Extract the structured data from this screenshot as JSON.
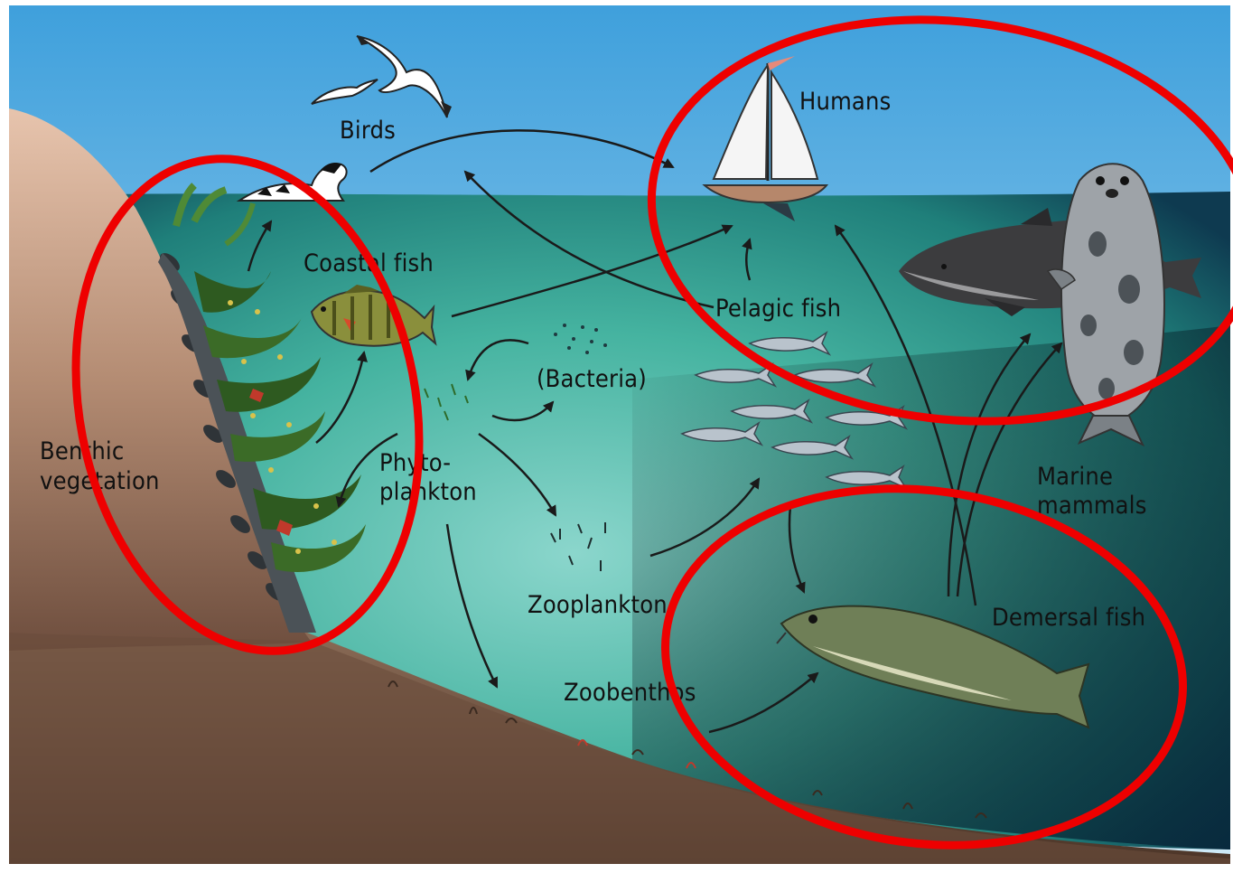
{
  "labels": {
    "birds": "Birds",
    "humans": "Humans",
    "coastal_fish": "Coastal fish",
    "pelagic_fish": "Pelagic fish",
    "bacteria": "(Bacteria)",
    "benthic_line1": "Benthic",
    "benthic_line2": "vegetation",
    "phyto_line1": "Phyto-",
    "phyto_line2": "plankton",
    "marine_line1": "Marine",
    "marine_line2": "mammals",
    "zooplankton": "Zooplankton",
    "demersal_fish": "Demersal fish",
    "zoobenthos": "Zoobenthos"
  },
  "colors": {
    "sky_top": "#3fa0dc",
    "sky_bottom": "#cdeaf7",
    "water_light": "#7fd0c6",
    "water_mid": "#3fae9a",
    "water_deep": "#0f3f52",
    "seabed": "#8a6a55",
    "shore": "#c79e84",
    "arrow": "#1a1a1a",
    "highlight_ring": "#ee0000"
  },
  "icons": [
    "bird-icon",
    "sailboat-icon",
    "seal-icon",
    "porpoise-icon",
    "perch-icon",
    "herring-icon",
    "cod-icon",
    "eider-duck-icon",
    "seaweed-icon",
    "mussel-icon"
  ]
}
